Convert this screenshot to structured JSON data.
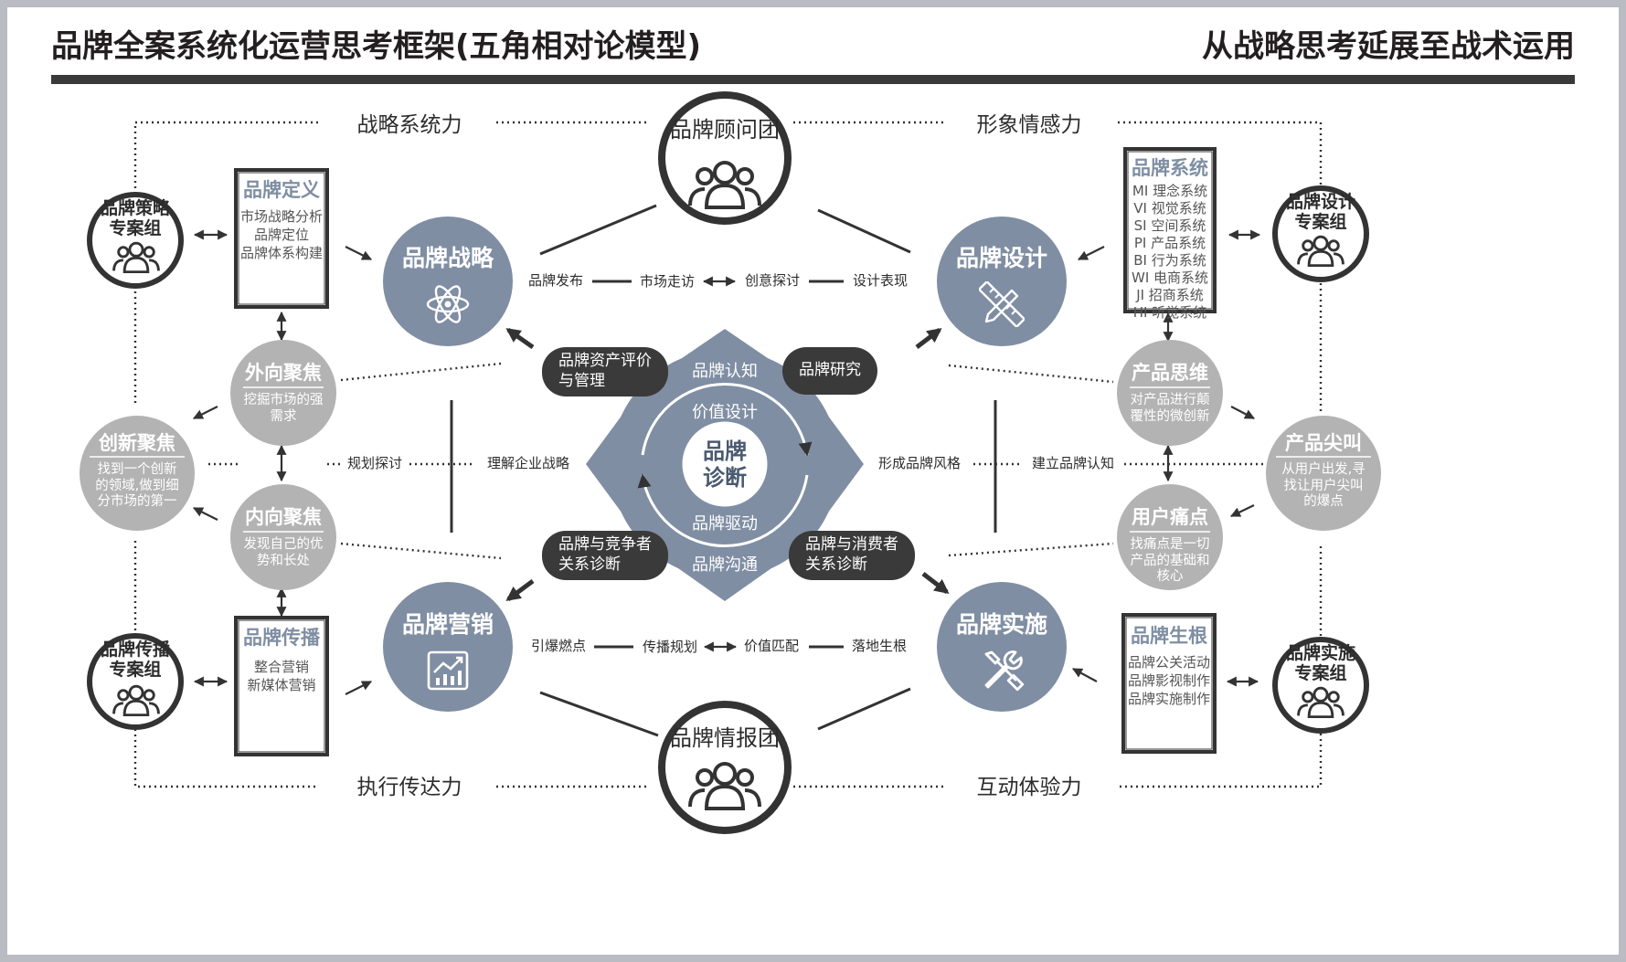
{
  "header": {
    "title_left": "品牌全案系统化运营思考框架(五角相对论模型)",
    "title_right": "从战略思考延展至战术运用"
  },
  "forces": {
    "top_left": "战略系统力",
    "top_right": "形象情感力",
    "bottom_left": "执行传达力",
    "bottom_right": "互动体验力"
  },
  "hubs": {
    "advisor": "品牌顾问团",
    "intel": "品牌情报团"
  },
  "groups": {
    "strategy": "品牌策略\n专案组",
    "design": "品牌设计\n专案组",
    "comm": "品牌传播\n专案组",
    "impl": "品牌实施\n专案组"
  },
  "cards": {
    "definition": {
      "title": "品牌定义",
      "lines": [
        "市场战略分析",
        "品牌定位",
        "品牌体系构建"
      ]
    },
    "system": {
      "title": "品牌系统",
      "lines": [
        "MI 理念系统",
        "VI 视觉系统",
        "SI 空间系统",
        "PI 产品系统",
        "BI 行为系统",
        "WI 电商系统",
        "JI 招商系统",
        "HI 听觉系统"
      ]
    },
    "communication": {
      "title": "品牌传播",
      "lines": [
        "整合营销",
        "新媒体营销"
      ]
    },
    "rooting": {
      "title": "品牌生根",
      "lines": [
        "品牌公关活动",
        "品牌影视制作",
        "品牌实施制作"
      ]
    }
  },
  "core": {
    "strategy": "品牌战略",
    "design": "品牌设计",
    "marketing": "品牌营销",
    "implementation": "品牌实施"
  },
  "focus": {
    "outward": {
      "title": "外向聚焦",
      "desc": "挖掘市场的强需求"
    },
    "innovation": {
      "title": "创新聚焦",
      "desc": "找到一个创新的领域,做到细分市场的第一"
    },
    "inward": {
      "title": "内向聚焦",
      "desc": "发现自己的优势和长处"
    },
    "product_thinking": {
      "title": "产品思维",
      "desc": "对产品进行颠覆性的微创新"
    },
    "product_peak": {
      "title": "产品尖叫",
      "desc": "从用户出发,寻找让用户尖叫的爆点"
    },
    "pain_point": {
      "title": "用户痛点",
      "desc": "找痛点是一切产品的基础和核心"
    }
  },
  "flows": {
    "top": [
      "品牌发布",
      "市场走访",
      "创意探讨",
      "设计表现"
    ],
    "bottom": [
      "引爆燃点",
      "传播规划",
      "价值匹配",
      "落地生根"
    ],
    "left": [
      "规划探讨",
      "理解企业战略"
    ],
    "right": [
      "形成品牌风格",
      "建立品牌认知"
    ]
  },
  "diagnosis": {
    "center": "品牌\n诊断",
    "ring": [
      "品牌认知",
      "价值设计",
      "品牌驱动",
      "品牌沟通"
    ],
    "pills": {
      "tl": "品牌资产评价\n与管理",
      "tr": "品牌研究",
      "bl": "品牌与竞争者\n关系诊断",
      "br": "品牌与消费者\n关系诊断"
    }
  },
  "colors": {
    "steel": "#7f8ea3",
    "gray": "#b3b3b3",
    "dark": "#3a3a3a",
    "ink": "#2c2c2c"
  },
  "icons": {
    "strategy": "atom-icon",
    "design": "ruler-pencil-icon",
    "marketing": "growth-chart-icon",
    "implementation": "wrench-screwdriver-icon",
    "people": "people-group-icon"
  }
}
